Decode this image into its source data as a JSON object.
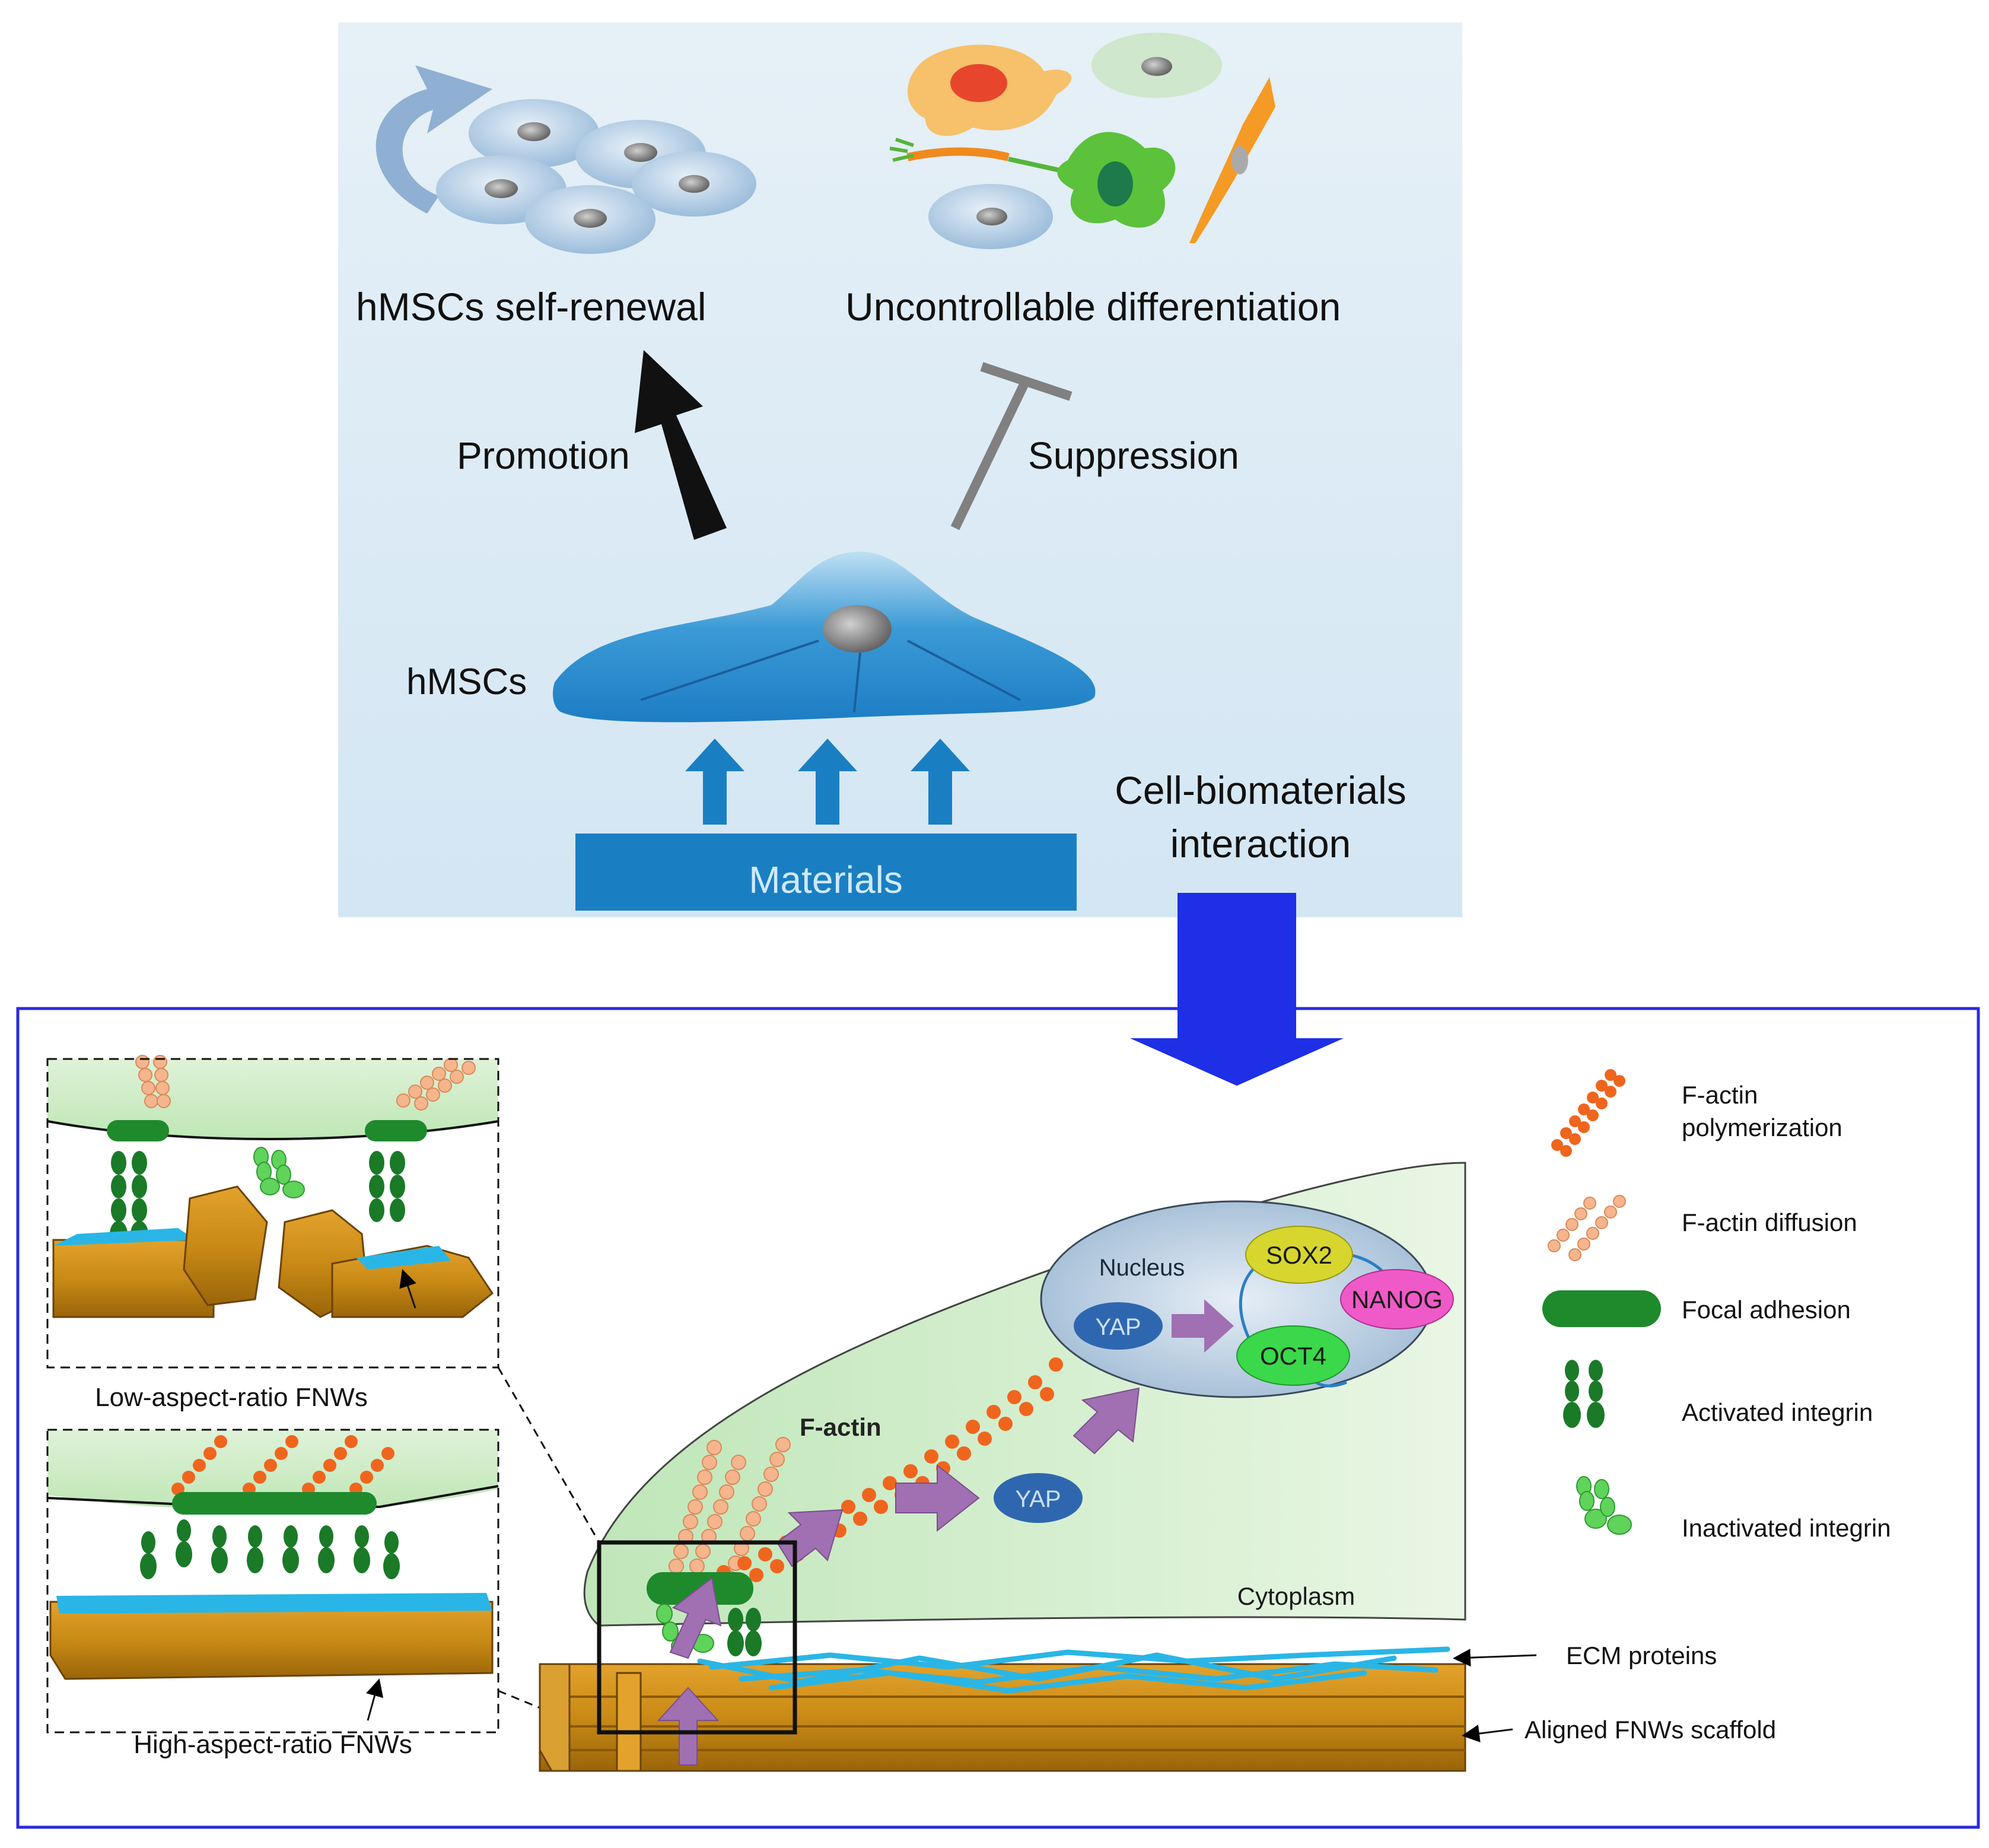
{
  "top_panel": {
    "self_renewal_label": "hMSCs self-renewal",
    "differentiation_label": "Uncontrollable differentiation",
    "promotion_label": "Promotion",
    "suppression_label": "Suppression",
    "hmscs_label": "hMSCs",
    "materials_label": "Materials",
    "interaction_line1": "Cell-biomaterials",
    "interaction_line2": "interaction"
  },
  "bottom_panel": {
    "low_aspect_label": "Low-aspect-ratio FNWs",
    "high_aspect_label": "High-aspect-ratio FNWs",
    "f_actin_label": "F-actin",
    "nucleus_label": "Nucleus",
    "yap_nucleus": "YAP",
    "yap_cytoplasm": "YAP",
    "sox2": "SOX2",
    "nanog": "NANOG",
    "oct4": "OCT4",
    "cytoplasm_label": "Cytoplasm",
    "ecm_label": "ECM proteins",
    "scaffold_label": "Aligned FNWs scaffold"
  },
  "legend": {
    "f_actin_polymerization_line1": "F-actin",
    "f_actin_polymerization_line2": "polymerization",
    "f_actin_diffusion": "F-actin diffusion",
    "focal_adhesion": "Focal adhesion",
    "activated_integrin": "Activated  integrin",
    "inactivated_integrin": "Inactivated  integrin"
  },
  "colors": {
    "frame_blue": "#2a2ae0",
    "big_arrow_blue": "#1e2fe6",
    "materials_blue": "#1a7fc2",
    "cell_blue": "#2a8fd0",
    "cytoplasm_green": "#cdebc6",
    "f_actin_orange": "#f0651e",
    "f_actin_light": "#f6b58d",
    "focal_green": "#1e8a2c",
    "nucleus_blue": "#a9c4dc",
    "yap_blue": "#2e67b0",
    "signal_purple": "#a070b2",
    "scaffold_brown": "#c98a16",
    "ecm_cyan": "#29b6e6"
  }
}
